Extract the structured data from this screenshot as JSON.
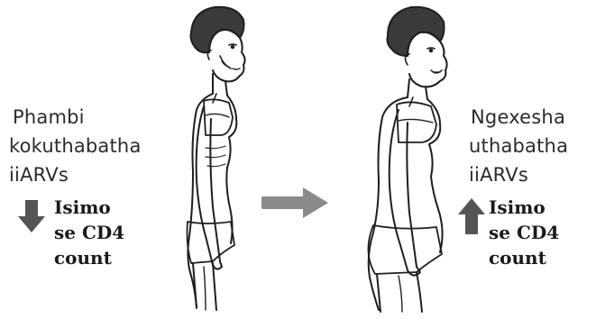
{
  "before": {
    "caption_lines": [
      "Phambi",
      "kokuthabatha",
      "iiARVs"
    ],
    "cd4_lines": [
      "Isimo",
      "se CD4",
      "count"
    ],
    "cd4_direction": "down",
    "arrow_color": "#555555"
  },
  "after": {
    "caption_lines": [
      "Ngexesha",
      "uthabatha",
      "iiARVs"
    ],
    "cd4_lines": [
      "Isimo",
      "se CD4",
      "count"
    ],
    "cd4_direction": "up",
    "arrow_color": "#555555"
  },
  "transition_arrow": {
    "direction": "right",
    "color": "#8a8a8a"
  }
}
